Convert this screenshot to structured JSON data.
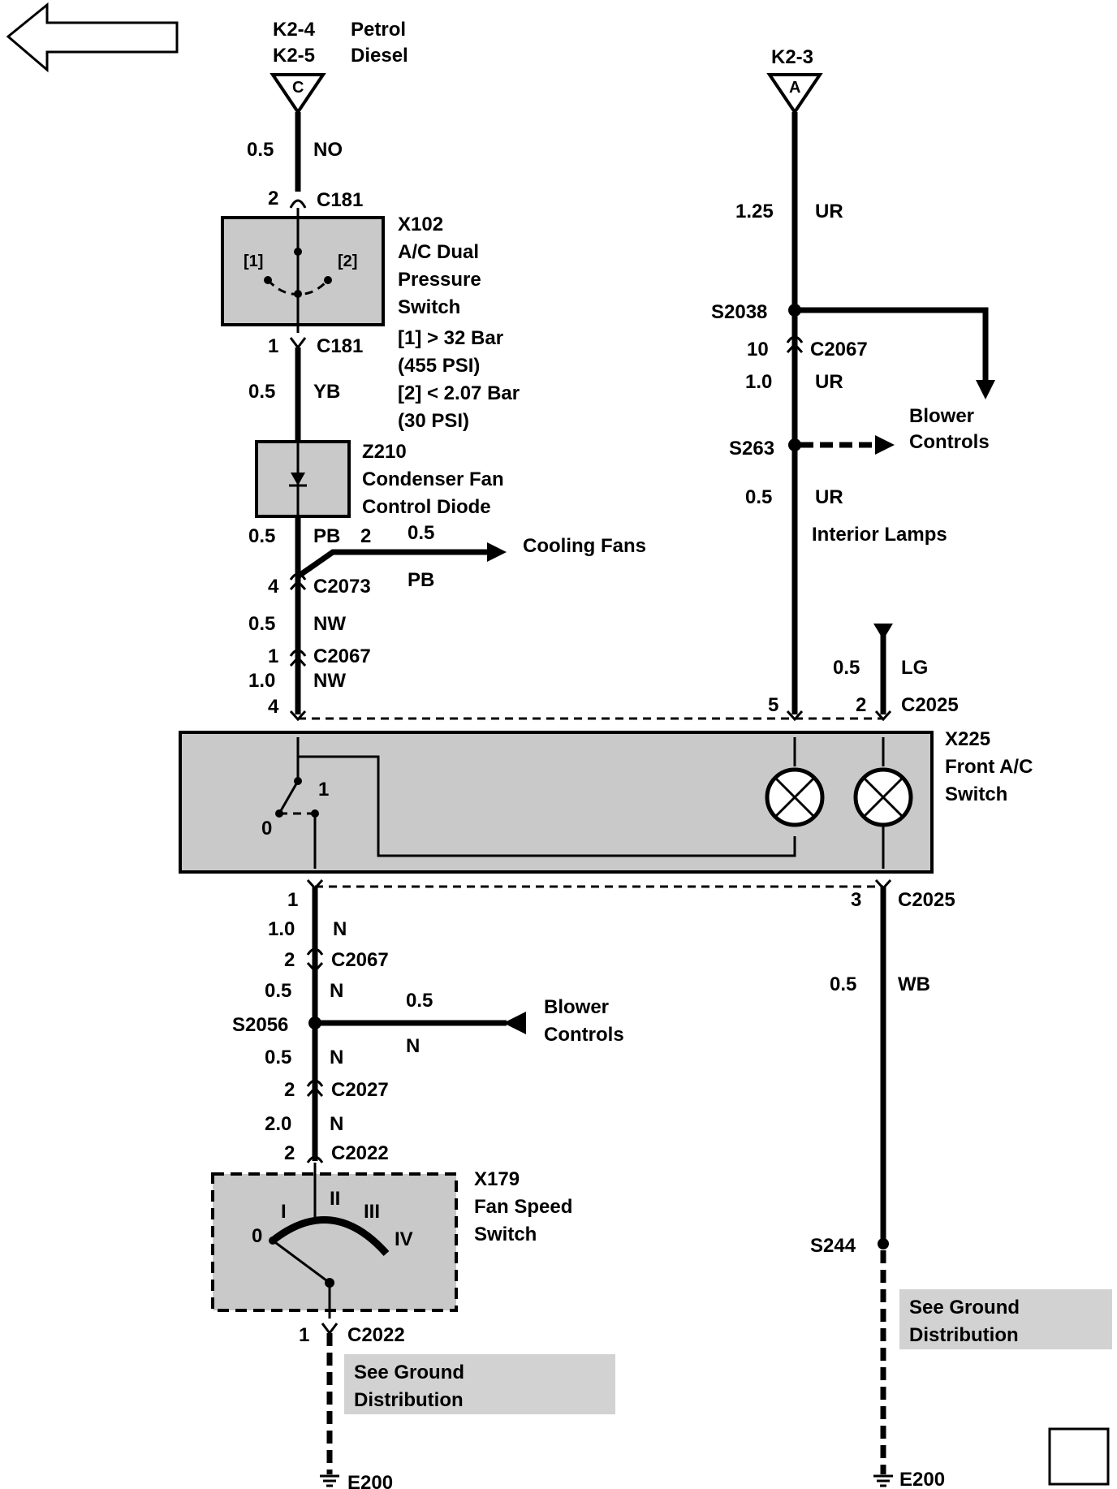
{
  "navigation": {
    "back_arrow": "back-arrow-icon",
    "corner_box": "corner-box"
  },
  "source_c": {
    "ref1": "K2-4",
    "label1": "Petrol",
    "ref2": "K2-5",
    "label2": "Diesel",
    "connector": "C"
  },
  "source_a": {
    "ref": "K2-3",
    "connector": "A"
  },
  "left_branch": {
    "w1_size": "0.5",
    "w1_color": "NO",
    "c181_top_pin": "2",
    "c181_top": "C181",
    "x102": {
      "id": "X102",
      "line1": "A/C Dual",
      "line2": "Pressure",
      "line3": "Switch",
      "pos1": "[1]",
      "pos2": "[2]"
    },
    "c181_bot_pin": "1",
    "c181_bot": "C181",
    "spec1": "[1]   > 32 Bar",
    "spec1b": "(455 PSI)",
    "spec2": "[2]   < 2.07 Bar",
    "spec2b": "(30 PSI)",
    "w2_size": "0.5",
    "w2_color": "YB",
    "z210": {
      "id": "Z210",
      "line1": "Condenser Fan",
      "line2": "Control Diode"
    },
    "w3_size": "0.5",
    "w3_color": "PB",
    "tap_pin": "2",
    "tap_size": "0.5",
    "tap_color": "PB",
    "cooling_fans": "Cooling Fans",
    "c2073_pin": "4",
    "c2073": "C2073",
    "w4_size": "0.5",
    "w4_color": "NW",
    "c2067_pin": "1",
    "c2067": "C2067",
    "w5_size": "1.0",
    "w5_color": "NW",
    "x225_pin_left": "4"
  },
  "right_branch": {
    "w1_size": "1.25",
    "w1_color": "UR",
    "s2038": "S2038",
    "c2067_pin": "10",
    "c2067": "C2067",
    "w2_size": "1.0",
    "w2_color": "UR",
    "blower_controls_1": "Blower",
    "blower_controls_2": "Controls",
    "s263": "S263",
    "w3_size": "0.5",
    "w3_color": "UR",
    "interior_lamps": "Interior Lamps",
    "lg_size": "0.5",
    "lg_color": "LG",
    "x225_pin5": "5",
    "x225_pin2": "2",
    "c2025_top": "C2025"
  },
  "x225": {
    "id": "X225",
    "line1": "Front A/C",
    "line2": "Switch",
    "pos1": "1",
    "pos0": "0"
  },
  "lower_left": {
    "pin1": "1",
    "w1_size": "1.0",
    "w1_color": "N",
    "c2067_pin": "2",
    "c2067": "C2067",
    "w2_size": "0.5",
    "w2_color": "N",
    "s2056": "S2056",
    "tap_size": "0.5",
    "tap_color": "N",
    "blower_1": "Blower",
    "blower_2": "Controls",
    "w3_size": "0.5",
    "w3_color": "N",
    "c2027_pin": "2",
    "c2027": "C2027",
    "w4_size": "2.0",
    "w4_color": "N",
    "c2022_top_pin": "2",
    "c2022_top": "C2022",
    "x179": {
      "id": "X179",
      "line1": "Fan Speed",
      "line2": "Switch",
      "p0": "0",
      "p1": "I",
      "p2": "II",
      "p3": "III",
      "p4": "IV"
    },
    "c2022_bot_pin": "1",
    "c2022_bot": "C2022",
    "ground_note_1": "See Ground",
    "ground_note_2": "Distribution",
    "ground": "E200"
  },
  "lower_right": {
    "pin3": "3",
    "c2025": "C2025",
    "w1_size": "0.5",
    "w1_color": "WB",
    "s244": "S244",
    "ground_note_1": "See Ground",
    "ground_note_2": "Distribution",
    "ground": "E200"
  }
}
